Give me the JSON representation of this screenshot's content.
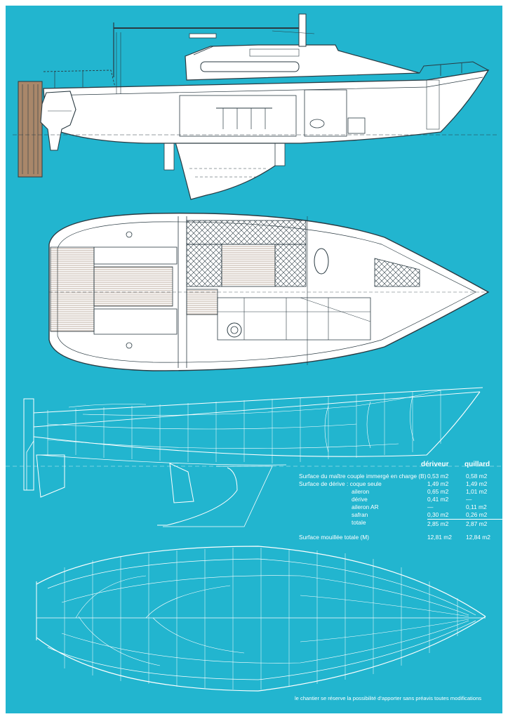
{
  "colors": {
    "background": "#22b5cf",
    "line": "#ffffff",
    "hull": "#ffffff",
    "ink": "#2a3a42",
    "wood": "#a9876a"
  },
  "diagram_labels": {
    "profile_note": "",
    "plan_note": ""
  },
  "table": {
    "headers": [
      "dériveur",
      "quillard"
    ],
    "rows": [
      {
        "label": "Surface du maître couple immergé en charge (B)",
        "deriveur": "0,53 m2",
        "quillard": "0,58 m2",
        "indent": false
      },
      {
        "label": "Surface de dérive : coque seule",
        "deriveur": "1,49 m2",
        "quillard": "1,49 m2",
        "indent": false
      },
      {
        "label": "aileron",
        "deriveur": "0,65 m2",
        "quillard": "1,01 m2",
        "indent": true
      },
      {
        "label": "dérive",
        "deriveur": "0,41 m2",
        "quillard": "—",
        "indent": true
      },
      {
        "label": "aileron AR",
        "deriveur": "—",
        "quillard": "0,11 m2",
        "indent": true
      },
      {
        "label": "safran",
        "deriveur": "0,30 m2",
        "quillard": "0,26 m2",
        "indent": true
      },
      {
        "label": "totale",
        "deriveur": "2,85 m2",
        "quillard": "2,87 m2",
        "indent": true,
        "total": true
      },
      {
        "label": "Surface mouillée totale (M)",
        "deriveur": "12,81 m2",
        "quillard": "12,84 m2",
        "indent": false,
        "gap": true
      }
    ]
  },
  "footer": "le chantier se réserve la possibilité d'apporter sans préavis toutes modifications"
}
